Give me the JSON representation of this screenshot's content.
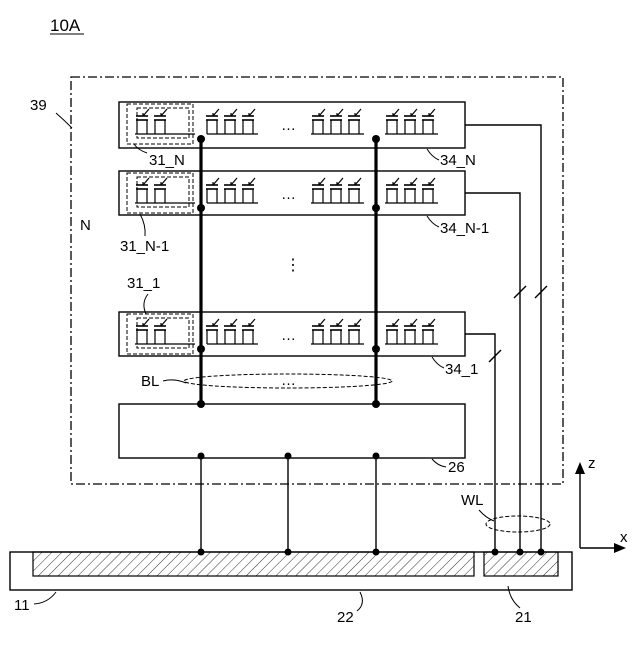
{
  "figure_label": "10A",
  "labels": {
    "region": "39",
    "layer_count": "N",
    "cell_n": "31_N",
    "cell_n1": "31_N-1",
    "cell_1": "31_1",
    "layer_n": "34_N",
    "layer_n1": "34_N-1",
    "layer_1": "34_1",
    "bitline": "BL",
    "circuit": "26",
    "wordline": "WL",
    "substrate": "11",
    "region_22": "22",
    "region_21": "21",
    "axis_z": "z",
    "axis_x": "x"
  },
  "ellipsis_h": "…",
  "ellipsis_v": "⋮"
}
